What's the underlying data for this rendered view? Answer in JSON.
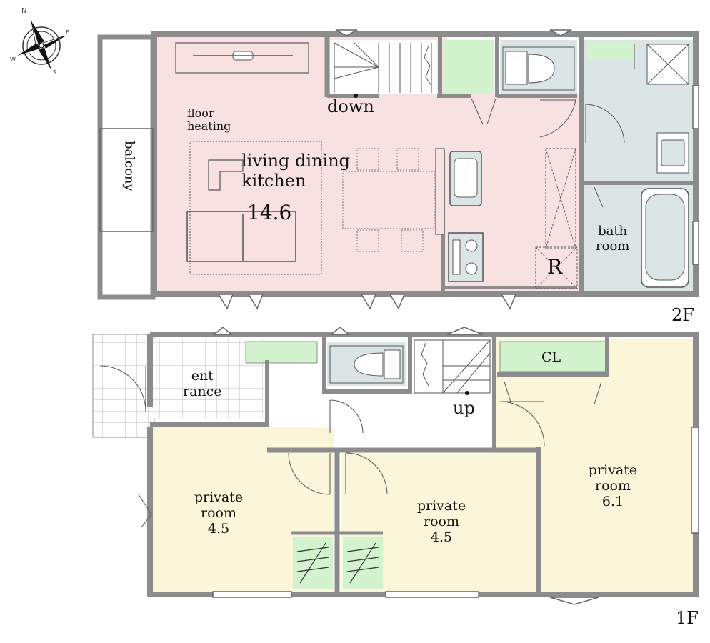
{
  "floors": {
    "second": {
      "floor_label": "2F",
      "balcony": "balcony",
      "floor_heating": [
        "floor",
        "heating"
      ],
      "ldk_name": [
        "living dining",
        "kitchen"
      ],
      "ldk_size": "14.6",
      "stair_label": "down",
      "bath": [
        "bath",
        "room"
      ],
      "roof_access": "R"
    },
    "first": {
      "floor_label": "1F",
      "entrance": [
        "ent",
        "rance"
      ],
      "closet": "CL",
      "stair_label": "up",
      "room_left": {
        "name": [
          "private",
          "room"
        ],
        "size": "4.5"
      },
      "room_middle": {
        "name": [
          "private",
          "room"
        ],
        "size": "4.5"
      },
      "room_right": {
        "name": [
          "private",
          "room"
        ],
        "size": "6.1"
      }
    }
  },
  "compass": {
    "icon": "compass-rose-icon",
    "letters": [
      "N",
      "E",
      "S",
      "W"
    ]
  },
  "colors": {
    "wall": "#8c8c8c",
    "ldk": "#f7e1e1",
    "wet_area": "#dbe5e6",
    "storage": "#d3f3cf",
    "private_room": "#fbf6d9"
  }
}
